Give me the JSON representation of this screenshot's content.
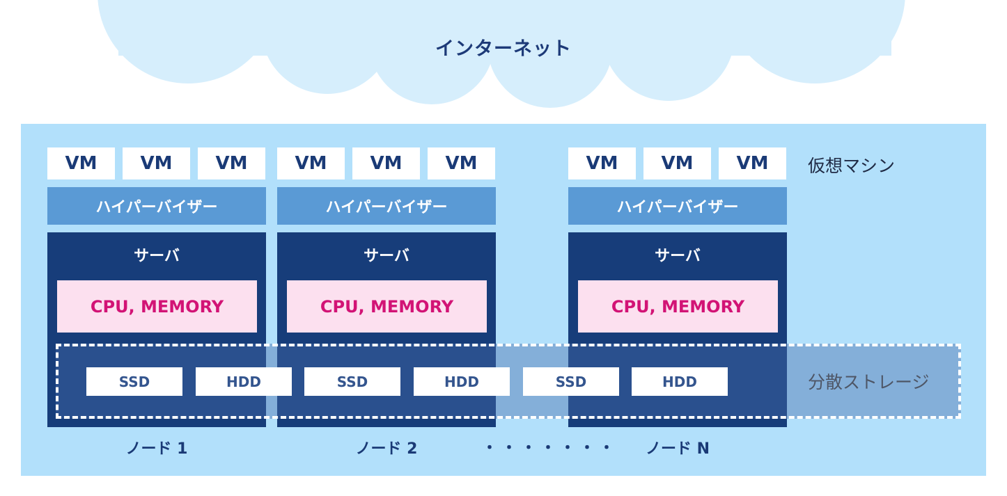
{
  "internet_label": "インターネット",
  "vm_label": "VM",
  "hypervisor_label": "ハイパーバイザー",
  "server_label": "サーバ",
  "cpu_memory_label": "CPU, MEMORY",
  "virtual_machine_label": "仮想マシン",
  "distributed_storage_label": "分散ストレージ",
  "nodes": [
    {
      "label": "ノード 1"
    },
    {
      "label": "ノード 2"
    },
    {
      "label": "ノード N"
    }
  ],
  "ellipsis": "・・・・・・・",
  "disks": [
    "SSD",
    "HDD",
    "SSD",
    "HDD",
    "SSD",
    "HDD"
  ],
  "colors": {
    "cloud": "#d6eefc",
    "datacenter_bg": "#b2e0fb",
    "hypervisor": "#5a9ad5",
    "server": "#173d7a",
    "cpu_box": "#fce0ef",
    "cpu_text": "#d21375",
    "dark_text": "#1a3a76"
  }
}
